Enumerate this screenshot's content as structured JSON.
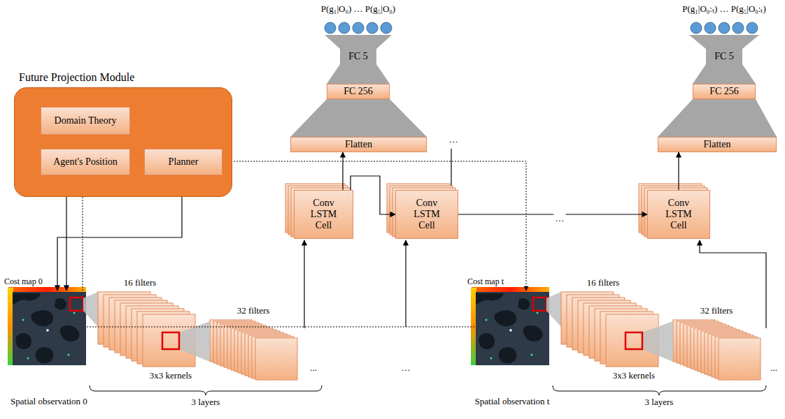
{
  "diagram": {
    "nodes": [
      {
        "text": [
          "Future Projection Module"
        ]
      },
      {
        "text": [
          "Domain Theory"
        ],
        "in": 0
      },
      {
        "text": [
          "Agent's Position"
        ],
        "in": 0
      },
      {
        "text": [
          "Planner"
        ],
        "in": 0
      },
      {
        "text": [
          "FC 5"
        ]
      },
      {
        "text": [
          "FC 256"
        ]
      },
      {
        "text": [
          "Flatten"
        ]
      },
      {
        "text": [
          "Conv LSTM Cell"
        ]
      },
      {
        "text": [
          "Conv LSTM Cell"
        ]
      },
      {
        "text": [
          "FC 5"
        ]
      },
      {
        "text": [
          "FC 256"
        ]
      },
      {
        "text": [
          "Flatten"
        ]
      },
      {
        "text": [
          "Conv LSTM Cell"
        ]
      }
    ],
    "edges": [
      {
        "from": 1,
        "to": 3,
        "arrow": "to"
      },
      {
        "from": 2,
        "to": 3,
        "arrow": "to"
      },
      {
        "from": 7,
        "to": 6,
        "arrow": "to"
      },
      {
        "from": 7,
        "to": 8,
        "arrow": "to"
      },
      {
        "from": 8,
        "to": 12,
        "arrow": "to"
      },
      {
        "from": 12,
        "to": 11,
        "arrow": "to"
      }
    ],
    "labels": [
      "P(g₁|O₀) … P(g₅|O₀)",
      "…",
      "P(g₁|O₀:ₜ) … P(g₅|O₀:ₜ)",
      "…",
      "Cost map 0",
      "16 filters",
      "32 filters",
      "3x3 kernels",
      "...",
      "…",
      "Spatial observation 0",
      "3 layers",
      "Cost map t",
      "16 filters",
      "32 filters",
      "3x3 kernels",
      "...",
      "Spatial observation t",
      "3 layers"
    ]
  }
}
